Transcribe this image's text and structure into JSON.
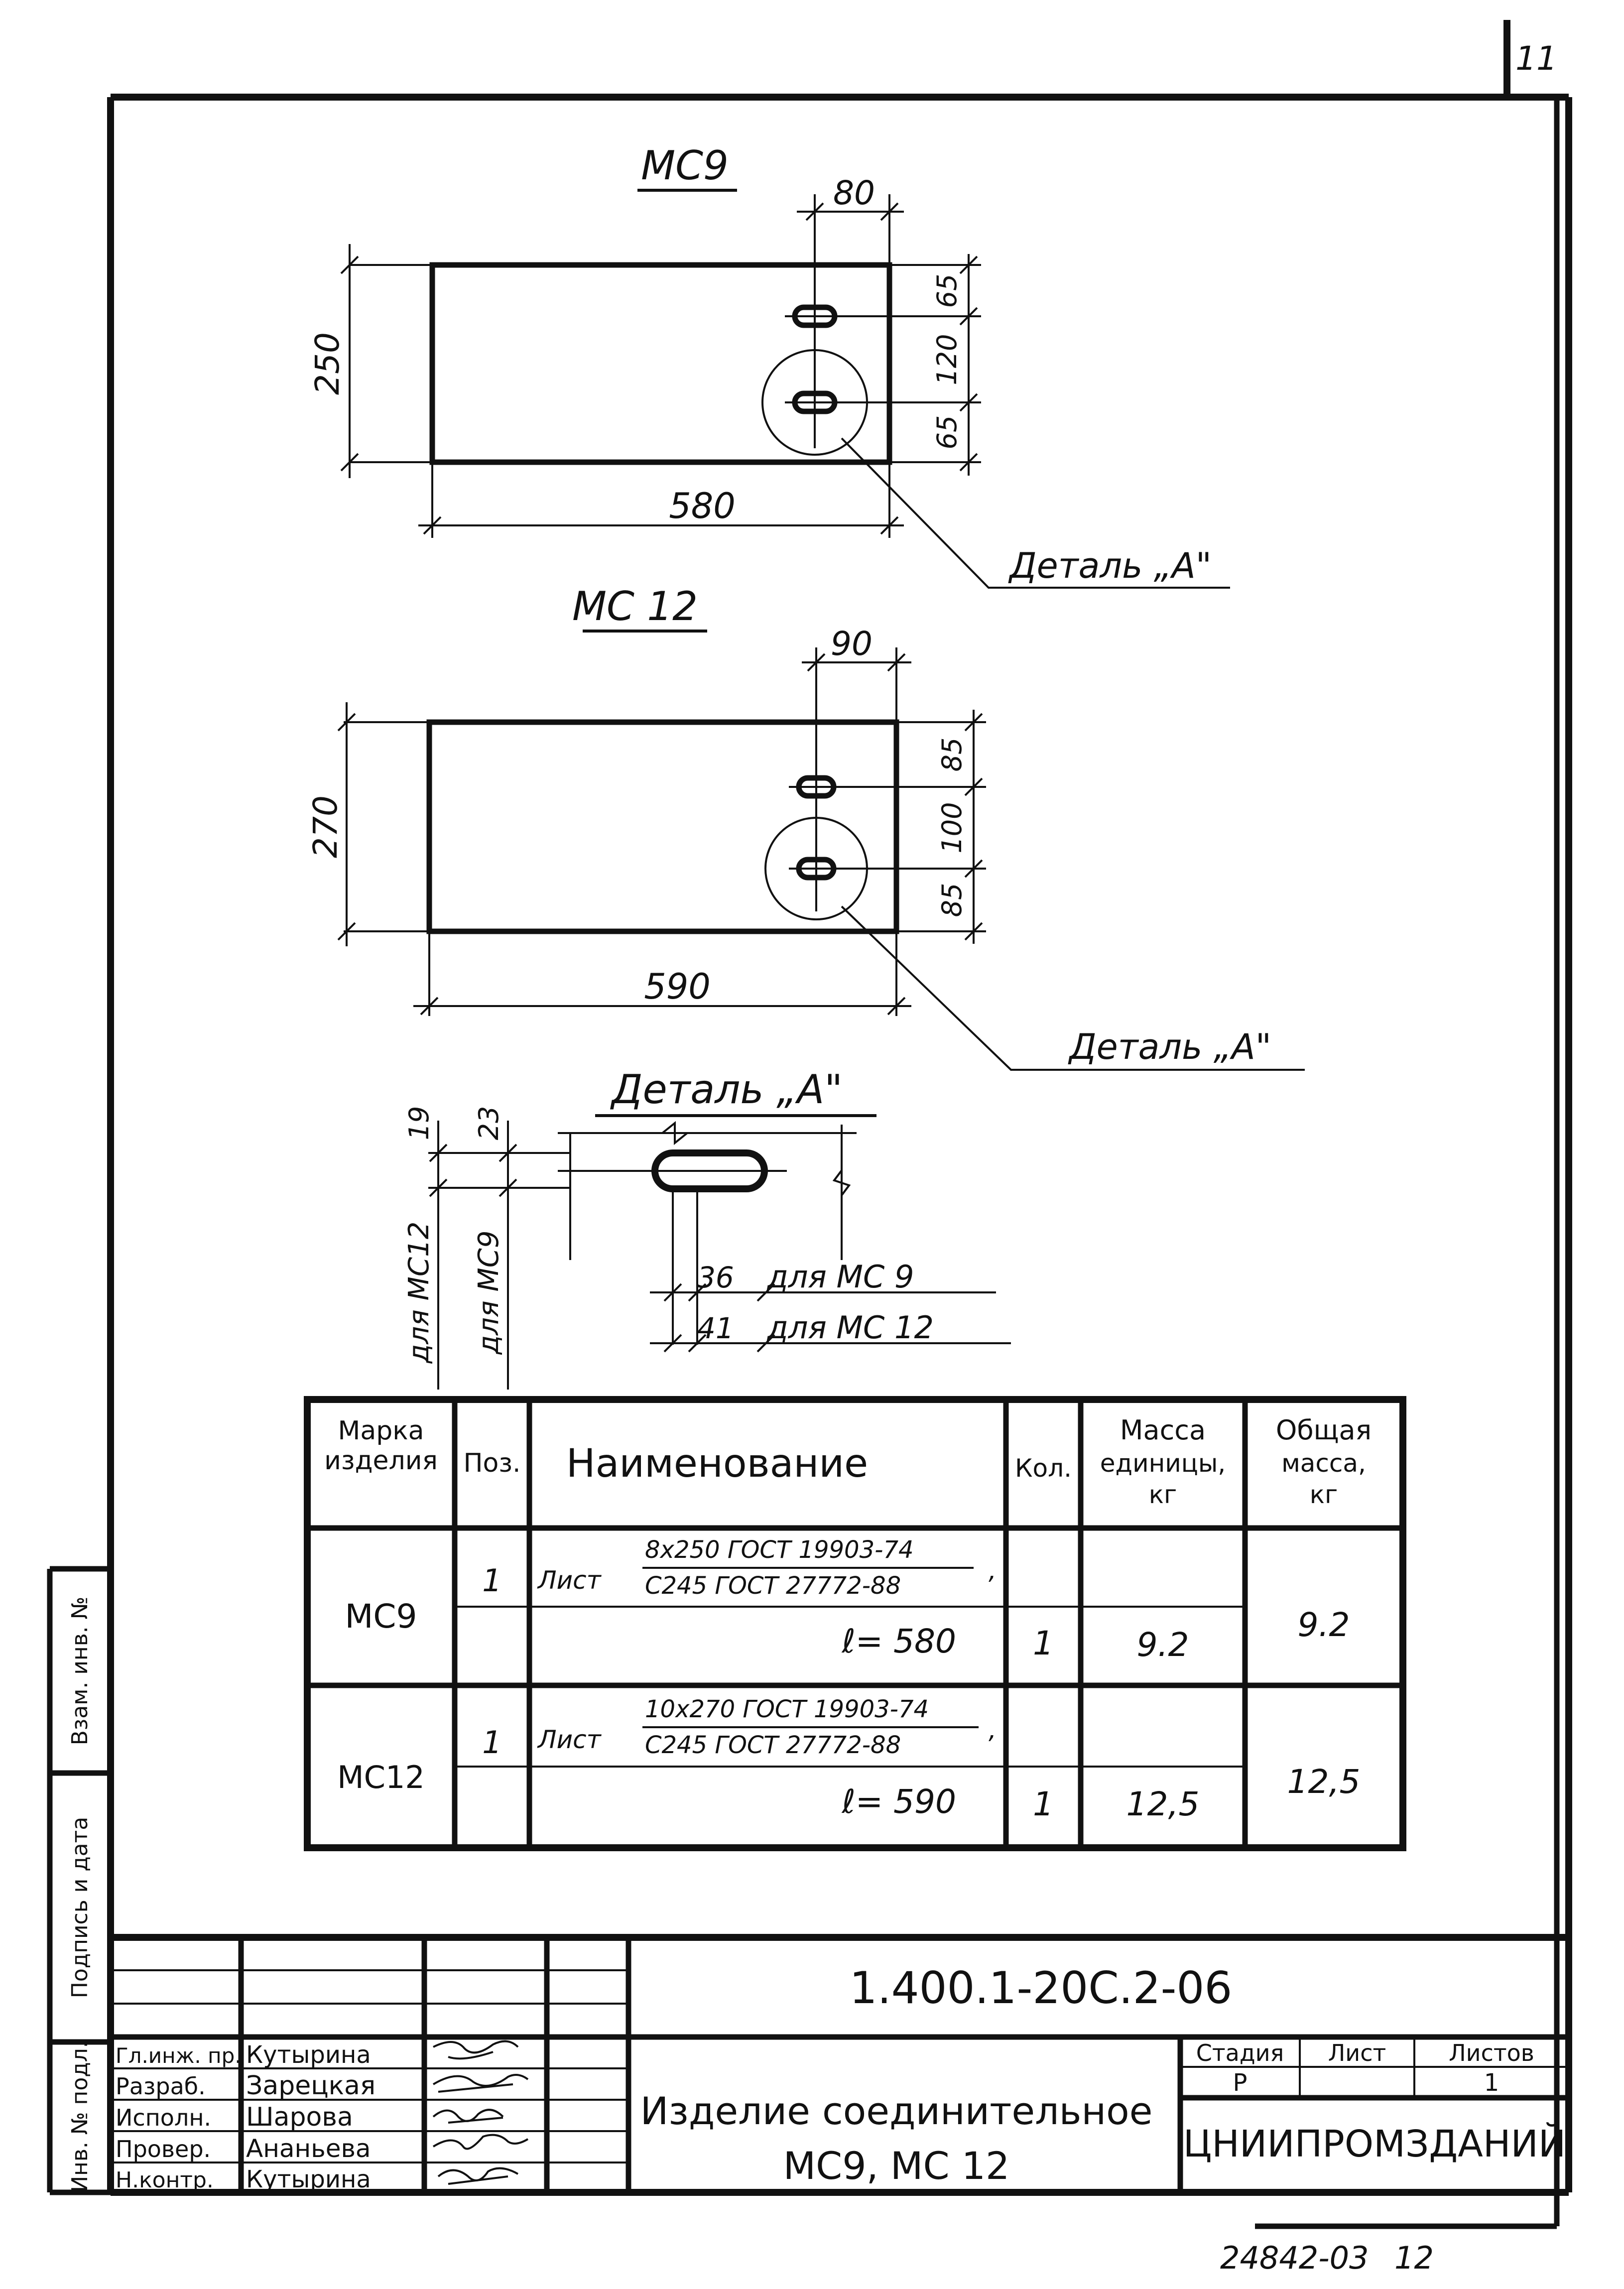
{
  "sheet_number": "11",
  "bottom_code": "24842-03",
  "bottom_page": "12",
  "views": {
    "mc9": {
      "title": "МС9",
      "dim_width": "580",
      "dim_height": "250",
      "dim_offset": "80",
      "dim_top": "65",
      "dim_mid": "120",
      "dim_bottom": "65",
      "callout": "Деталь „А\""
    },
    "mc12": {
      "title": "МС 12",
      "dim_width": "590",
      "dim_height": "270",
      "dim_offset": "90",
      "dim_top": "85",
      "dim_mid": "100",
      "dim_bottom": "85",
      "callout": "Деталь „А\""
    }
  },
  "detail": {
    "title": "Деталь „А\"",
    "dim_19": "19",
    "dim_23": "23",
    "label_mc12": "для МС12",
    "label_mc9": "для МС9",
    "dim_36": "36",
    "dim_41": "41",
    "for_mc9": "для МС 9",
    "for_mc12": "для МС 12"
  },
  "spec_table": {
    "headers": {
      "mark_1": "Марка",
      "mark_2": "изделия",
      "pos": "Поз.",
      "name": "Наименование",
      "qty": "Кол.",
      "unit_mass_1": "Масса",
      "unit_mass_2": "единицы,",
      "unit_mass_3": "кг",
      "total_mass_1": "Общая",
      "total_mass_2": "масса,",
      "total_mass_3": "кг"
    },
    "rows": [
      {
        "mark": "МС9",
        "pos": "1",
        "name_prefix": "Лист",
        "name_num": "8х250 ГОСТ 19903-74",
        "name_den": "С245 ГОСТ 27772-88",
        "length": "ℓ= 580",
        "qty": "1",
        "unit_mass": "9.2",
        "total_mass": "9.2"
      },
      {
        "mark": "МС12",
        "pos": "1",
        "name_prefix": "Лист",
        "name_num": "10х270 ГОСТ 19903-74",
        "name_den": "С245 ГОСТ 27772-88",
        "length": "ℓ= 590",
        "qty": "1",
        "unit_mass": "12,5",
        "total_mass": "12,5"
      }
    ]
  },
  "side_stamp": {
    "inv_ref": "Взам. инв. №",
    "sign_date": "Подпись и дата",
    "inv_orig": "Инв. № подл."
  },
  "title_block": {
    "doc_code": "1.400.1-20С.2-06",
    "product_name_1": "Изделие соединительное",
    "product_name_2": "МС9, МС 12",
    "stage_label": "Стадия",
    "sheet_label": "Лист",
    "sheets_label": "Листов",
    "stage_value": "Р",
    "sheet_value": "",
    "sheets_value": "1",
    "organization": "ЦНИИПРОМЗДАНИЙ",
    "roles": [
      {
        "role": "Гл.инж. пр.",
        "name": "Кутырина"
      },
      {
        "role": "Разраб.",
        "name": "Зарецкая"
      },
      {
        "role": "Исполн.",
        "name": "Шарова"
      },
      {
        "role": "Провер.",
        "name": "Ананьева"
      },
      {
        "role": "Н.контр.",
        "name": "Кутырина"
      }
    ]
  }
}
